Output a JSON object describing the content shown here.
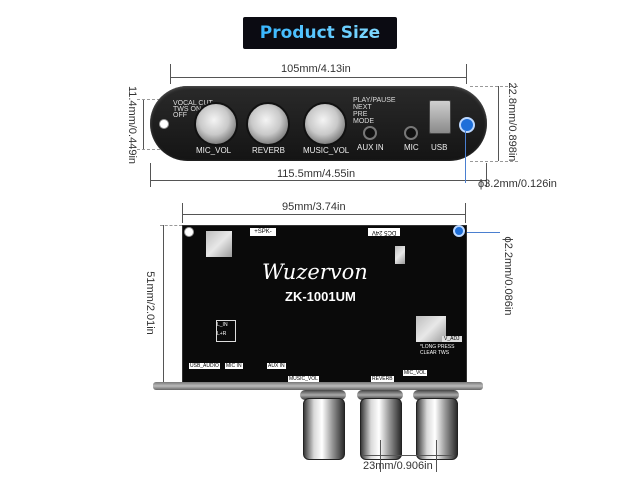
{
  "title": "Product Size",
  "brand": "Wuzervon",
  "model": "ZK-1001UM",
  "dimensions": {
    "top_width": "105mm/4.13in",
    "total_width": "115.5mm/4.55in",
    "panel_height": "22.8mm/0.898in",
    "hole_offset": "11.4mm/0.449in",
    "hole_diameter": "ϕ3.2mm/0.126in",
    "board_width": "95mm/3.74in",
    "board_height": "51mm/2.01in",
    "board_hole": "ϕ2.2mm/0.086in",
    "knob_spacing": "23mm/0.906in"
  },
  "front_panel": {
    "knob_labels": [
      "MIC_VOL",
      "REVERB",
      "MUSIC_VOL"
    ],
    "mode_labels": [
      "VOCAL CUT",
      "TWS ON",
      "OFF"
    ],
    "play_labels": [
      "PLAY/PAUSE",
      "NEXT",
      "PRE",
      "MODE"
    ],
    "ports": [
      "AUX IN",
      "MIC",
      "USB"
    ]
  },
  "board": {
    "top_labels": [
      "+SPK-",
      "DC5 24V"
    ],
    "bottom_labels": [
      "USB_AUDIO",
      "MIC IN",
      "AUX IN",
      "MUSIC_VOL",
      "REVERB",
      "MIC_VOL"
    ],
    "side_labels": [
      "L_IN",
      "L+R"
    ],
    "right_label": "V_ADJ",
    "note": "*LONG PRESS CLEAR TWS"
  }
}
